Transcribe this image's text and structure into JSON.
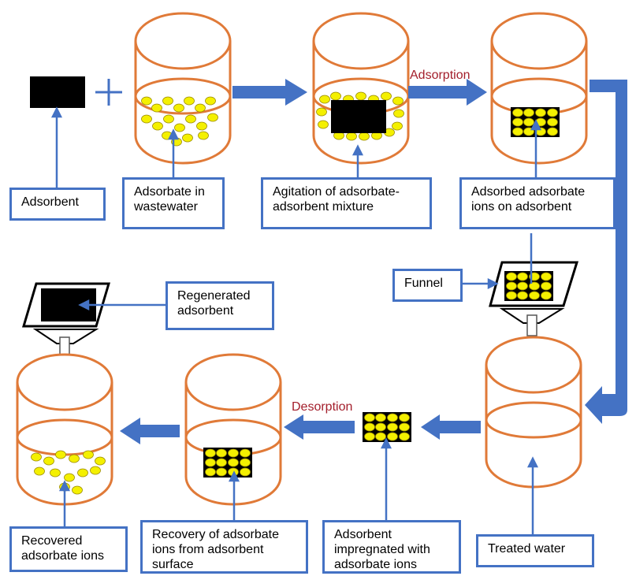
{
  "labels": {
    "adsorbent": "Adsorbent",
    "adsorbate_in_wastewater": "Adsorbate in\nwastewater",
    "agitation": "Agitation of adsorbate-\nadsorbent mixture",
    "adsorbed_ions": "Adsorbed adsorbate\nions on adsorbent",
    "funnel": "Funnel",
    "regenerated": "Regenerated\nadsorbent",
    "recovered_ions": "Recovered\nadsorbate ions",
    "recovery": "Recovery of adsorbate\nions from adsorbent\nsurface",
    "impregnated": "Adsorbent\nimpregnated with\nadsorbate ions",
    "treated_water": "Treated water"
  },
  "captions": {
    "adsorption": "Adsorption",
    "desorption": "Desorption"
  },
  "colors": {
    "arrow": "#4472c4",
    "vessel": "#e07a38",
    "particle": "#f4f000",
    "adsorbent": "#000000",
    "caption": "#a31e2b"
  }
}
